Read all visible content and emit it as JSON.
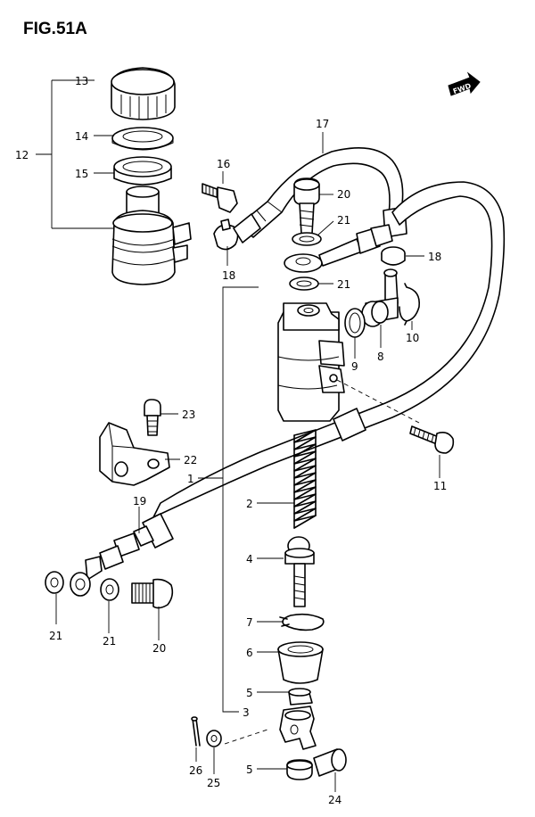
{
  "figure": {
    "title": "FIG.51A",
    "direction_badge": "FWD"
  },
  "callouts": {
    "c1": "1",
    "c2": "2",
    "c3": "3",
    "c4": "4",
    "c5a": "5",
    "c5b": "5",
    "c6": "6",
    "c7": "7",
    "c8": "8",
    "c9": "9",
    "c10": "10",
    "c11": "11",
    "c12": "12",
    "c13": "13",
    "c14": "14",
    "c15": "15",
    "c16": "16",
    "c17": "17",
    "c18a": "18",
    "c18b": "18",
    "c19": "19",
    "c20a": "20",
    "c20b": "20",
    "c21a": "21",
    "c21b": "21",
    "c21c": "21",
    "c21d": "21",
    "c22": "22",
    "c23": "23",
    "c24": "24",
    "c25": "25",
    "c26": "26"
  }
}
